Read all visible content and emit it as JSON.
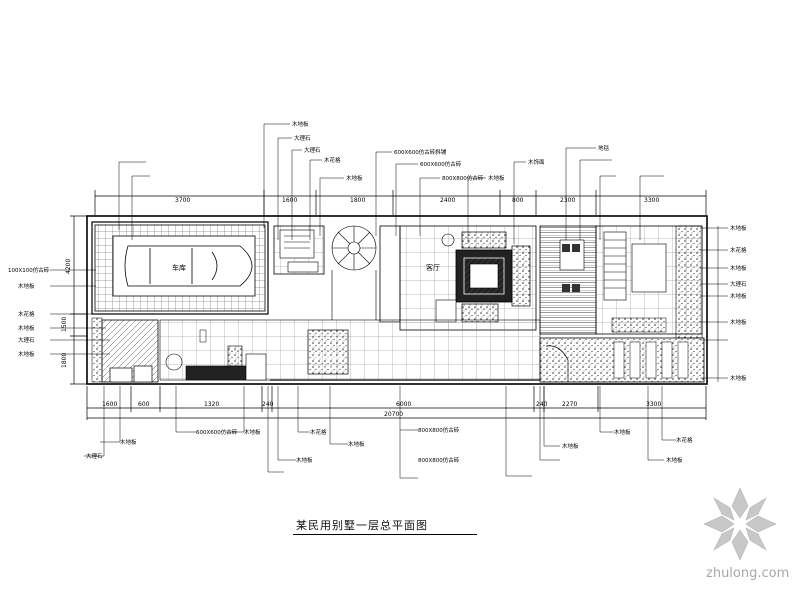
{
  "drawing": {
    "title": "某民用别墅一层总平面图",
    "watermark_text": "zhulong.com",
    "rooms": {
      "garage": "车库",
      "living": "客厅"
    },
    "top_dimensions": [
      "3700",
      "1600",
      "1800",
      "2400",
      "800",
      "2300",
      "3300"
    ],
    "bottom_dimensions": [
      "1600",
      "600",
      "1320",
      "240",
      "6000",
      "240",
      "2270",
      "3300"
    ],
    "total_dimension": "20700",
    "left_dimensions": [
      "4200",
      "1500",
      "1800"
    ],
    "callouts_top": [
      "木地板",
      "大理石",
      "大理石",
      "木花格",
      "木地板",
      "600X600仿古砖斜铺",
      "600X600仿古砖",
      "800X800仿古砖",
      "木地板",
      "木饰面",
      "地毯"
    ],
    "callouts_left": [
      "100X100仿古砖",
      "木地板",
      "木花格",
      "木地板",
      "大理石",
      "木地板"
    ],
    "callouts_right": [
      "木地板",
      "木花格",
      "木地板",
      "大理石",
      "木地板",
      "木地板",
      "木地板"
    ],
    "callouts_bottom": [
      "大理石",
      "木地板",
      "600X600仿古砖",
      "木地板",
      "木花格",
      "800X800仿古砖",
      "800X800仿古砖",
      "木地板",
      "木地板",
      "木地板",
      "木地板",
      "木花格",
      "木地板"
    ]
  }
}
